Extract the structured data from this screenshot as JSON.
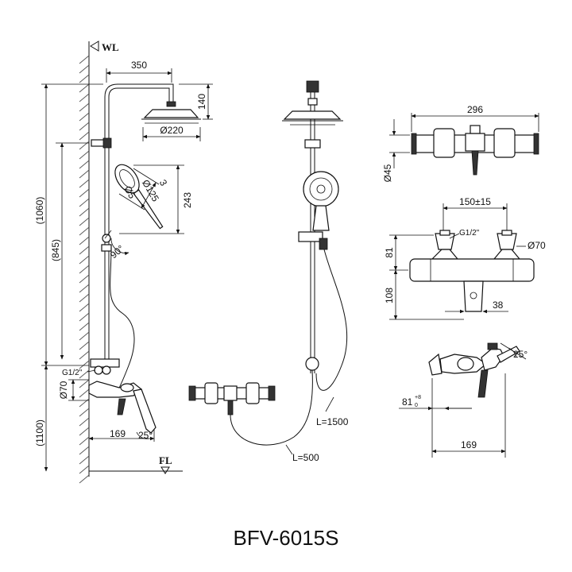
{
  "references": {
    "wall_level": "WL",
    "floor_level": "FL"
  },
  "side_view": {
    "column_reach": "350",
    "head_drop": "140",
    "head_diameter": "Ø220",
    "hand_shower_length": "243",
    "hand_shower_diameter": "Ø125",
    "hand_shower_face": "3",
    "hand_shower_face_diameter": "Ø5",
    "overall_height": "(1060)",
    "slide_height": "(845)",
    "mixer_height": "(1100)",
    "angle_holder": "90°",
    "inlet_thread": "G1/2\"",
    "inlet_cover": "Ø70",
    "spout_reach": "169",
    "spout_angle": "25°"
  },
  "front_view": {
    "short_hose": "L=500",
    "long_hose": "L=1500"
  },
  "mixer_top": {
    "width": "296",
    "depth": "Ø45"
  },
  "mixer_front": {
    "centers": "150±15",
    "thread": "G1/2\"",
    "cover": "Ø70",
    "upper_height": "81",
    "lower_height": "108",
    "spout_width": "38"
  },
  "mixer_side": {
    "angle": "25°",
    "eccentric": "81",
    "eccentric_tol_upper": "+8",
    "eccentric_tol_lower": "0",
    "reach": "169"
  },
  "model": "BFV-6015S"
}
